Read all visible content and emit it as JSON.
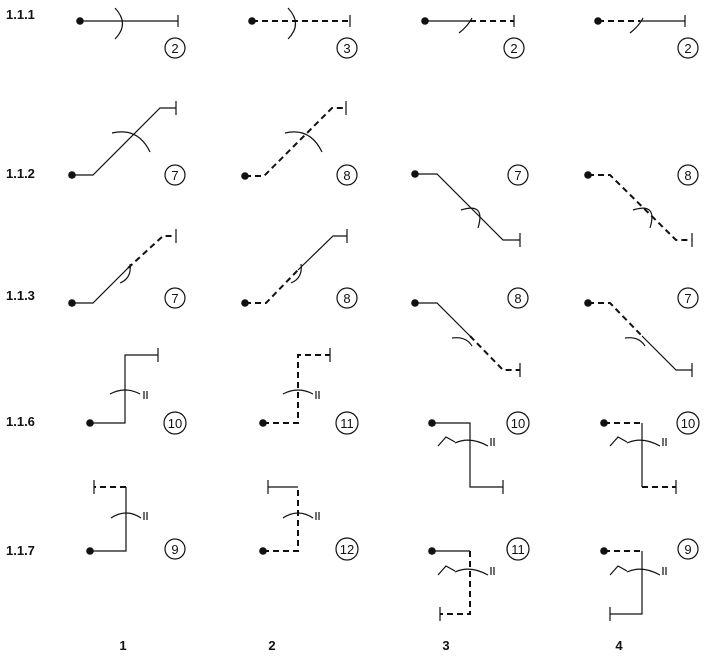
{
  "rows": {
    "r111": "1.1.1",
    "r112": "1.1.2",
    "r113": "1.1.3",
    "r116": "1.1.6",
    "r117": "1.1.7"
  },
  "columns": {
    "c1": "1",
    "c2": "2",
    "c3": "3",
    "c4": "4"
  },
  "cells": {
    "r111": {
      "c1": "2",
      "c2": "3",
      "c3": "2",
      "c4": "2"
    },
    "r112": {
      "c1": "7",
      "c2": "8",
      "c3": "7",
      "c4": "8"
    },
    "r113": {
      "c1": "7",
      "c2": "8",
      "c3": "8",
      "c4": "7"
    },
    "r116": {
      "c1": "10",
      "c2": "11",
      "c3": "10",
      "c4": "10"
    },
    "r117": {
      "c1": "9",
      "c2": "12",
      "c3": "11",
      "c4": "9"
    }
  }
}
